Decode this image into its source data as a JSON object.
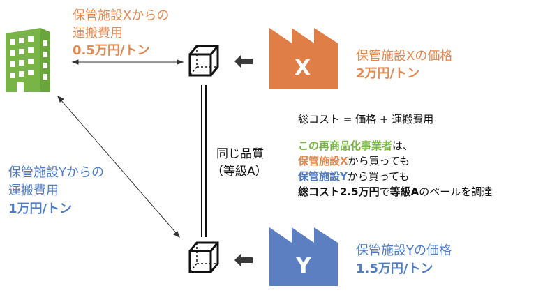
{
  "colors": {
    "orange": "#e07e47",
    "blue": "#5b7fc0",
    "green": "#78b546",
    "arrow": "#3a3a3a"
  },
  "facility_x_cost": {
    "line1": "保管施設Xからの",
    "line2": "運搬費用",
    "value": "0.5万円/トン"
  },
  "facility_y_cost": {
    "line1": "保管施設Yからの",
    "line2": "運搬費用",
    "value": "1万円/トン"
  },
  "factory_x": {
    "label": "X",
    "price_label": "保管施設Xの価格",
    "price_value": "2万円/トン"
  },
  "factory_y": {
    "label": "Y",
    "price_label": "保管施設Yの価格",
    "price_value": "1.5万円/トン"
  },
  "same_quality": {
    "line1": "同じ品質",
    "line2": "（等級A）"
  },
  "total_cost_formula": "総コスト = 価格 + 運搬費用",
  "conclusion": {
    "line1_bold": "この再商品化事業者",
    "line1_rest": "は、",
    "line2_bold": "保管施設X",
    "line2_rest": "から買っても",
    "line3_bold": "保管施設Y",
    "line3_rest": "から買っても",
    "line4_bold1": "総コスト2.5万円",
    "line4_mid": "で",
    "line4_bold2": "等級A",
    "line4_rest": "のベールを調達"
  },
  "icons": [
    "office-building-icon",
    "bale-cube-icon",
    "factory-icon",
    "arrow-left-icon"
  ]
}
